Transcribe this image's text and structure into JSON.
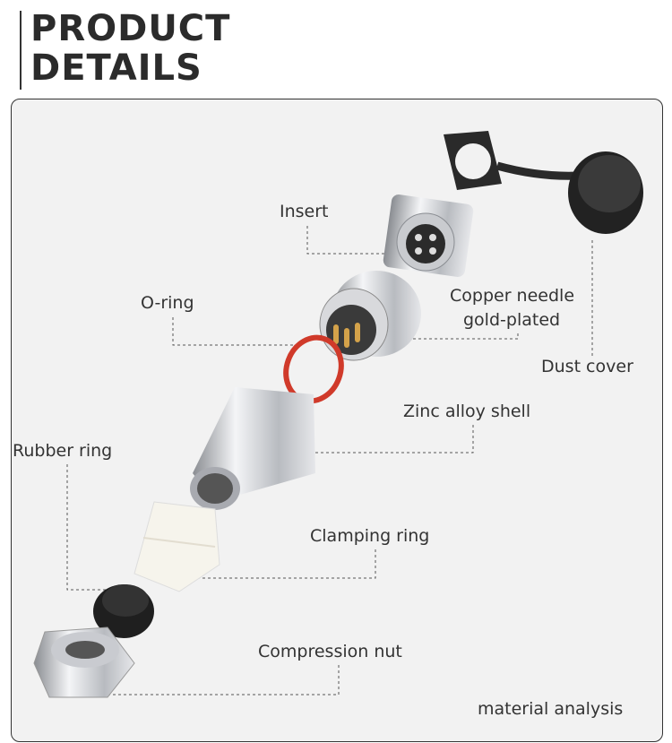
{
  "header": {
    "line1": "PRODUCT",
    "line2": "DETAILS"
  },
  "labels": {
    "insert": "Insert",
    "o_ring": "O-ring",
    "copper_needle_1": "Copper needle",
    "copper_needle_2": "gold-plated",
    "dust_cover": "Dust cover",
    "zinc_alloy_shell": "Zinc alloy shell",
    "rubber_ring": "Rubber ring",
    "clamping_ring": "Clamping ring",
    "compression_nut": "Compression nut"
  },
  "footer": {
    "caption": "material analysis"
  },
  "colors": {
    "text": "#333333",
    "panel": "#f2f2f2",
    "o_ring": "#d03a2a"
  }
}
